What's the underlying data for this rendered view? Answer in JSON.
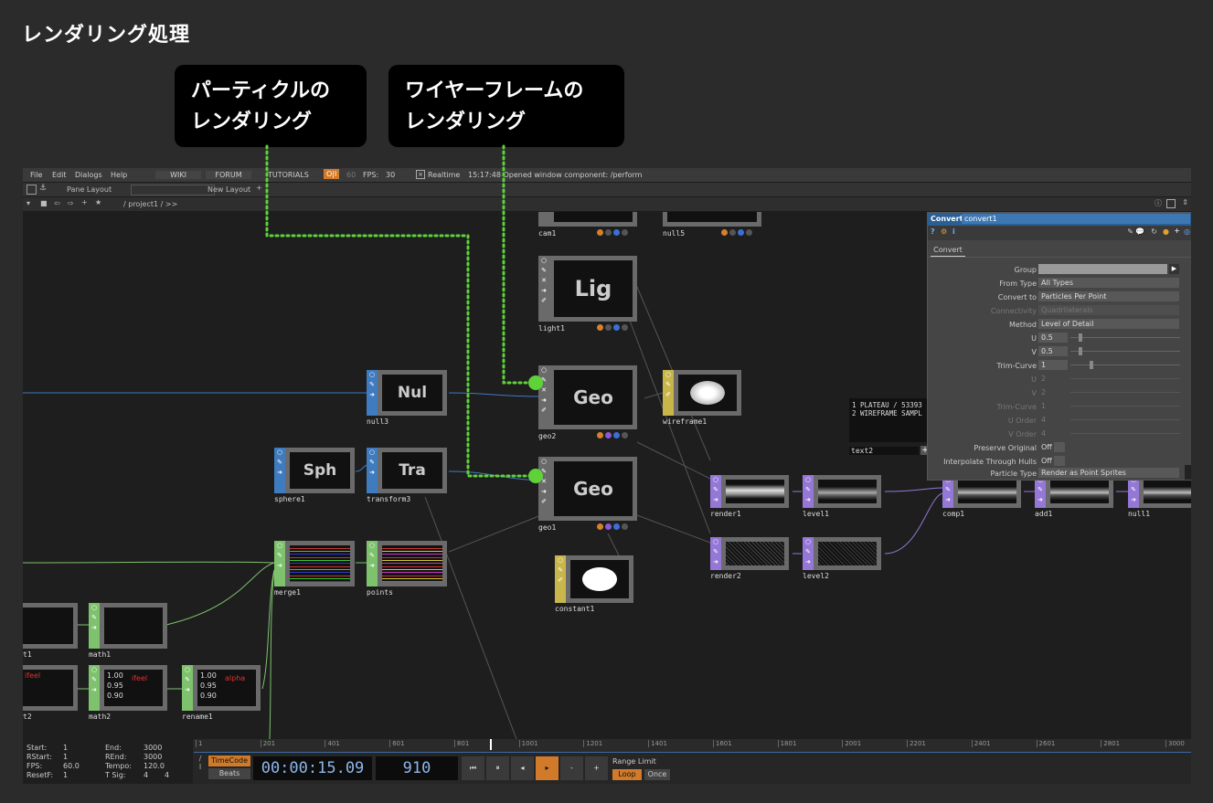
{
  "slide": {
    "title": "レンダリング処理",
    "callout_particles_line1": "パーティクルの",
    "callout_particles_line2": "レンダリング",
    "callout_wire_line1": "ワイヤーフレームの",
    "callout_wire_line2": "レンダリング",
    "accent_color": "#5fd23a"
  },
  "menubar": {
    "file": "File",
    "edit": "Edit",
    "dialogs": "Dialogs",
    "help": "Help",
    "wiki": "WIKI",
    "forum": "FORUM",
    "tutorials": "TUTORIALS",
    "oi": "O|I",
    "fps_target": "60",
    "fps_label": "FPS:",
    "fps_value": "30",
    "realtime": "Realtime",
    "status": "15:17:48 Opened window component: /perform"
  },
  "toolbar": {
    "pane_layout": "Pane Layout",
    "new_layout": "New Layout",
    "path": "/ project1 / >>"
  },
  "nodes": {
    "cam1": "cam1",
    "null5": "null5",
    "light1": "light1",
    "light_short": "Lig",
    "geo2": "geo2",
    "geo1": "geo1",
    "geo_short": "Geo",
    "null3": "null3",
    "null_short": "Nul",
    "sphere1": "sphere1",
    "sphere_short": "Sph",
    "transform3": "transform3",
    "transform_short": "Tra",
    "wireframe1": "wireframe1",
    "merge1": "merge1",
    "points": "points",
    "constant1": "constant1",
    "render1": "render1",
    "level1": "level1",
    "render2": "render2",
    "level2": "level2",
    "comp1": "comp1",
    "add1": "add1",
    "null1": "null1",
    "text2": "text2",
    "math1": "math1",
    "math2": "math2",
    "rename1": "rename1",
    "t1": "t1",
    "t2": "t2",
    "text_line1": "1 PLATEAU / 53393",
    "text_line2": "2 WIREFRAME SAMPL",
    "math2_v1": "1.00",
    "math2_v2": "0.95",
    "math2_v3": "0.90",
    "math2_tag": "ifeel",
    "rename_v1": "1.00",
    "rename_v2": "0.95",
    "rename_v3": "0.90",
    "rename_tag": "alpha",
    "t2_tag": "ifeel"
  },
  "param_panel": {
    "op_type": "Convert",
    "op_name": "convert1",
    "tab": "Convert",
    "rows": [
      {
        "label": "Group",
        "value": ""
      },
      {
        "label": "From Type",
        "value": "All Types"
      },
      {
        "label": "Convert to",
        "value": "Particles Per Point"
      },
      {
        "label": "Connectivity",
        "value": "Quadrilaterals"
      },
      {
        "label": "Method",
        "value": "Level of Detail"
      },
      {
        "label": "U",
        "value": "0.5"
      },
      {
        "label": "V",
        "value": "0.5"
      },
      {
        "label": "Trim-Curve",
        "value": "1"
      },
      {
        "label": "U",
        "value": "2"
      },
      {
        "label": "V",
        "value": "2"
      },
      {
        "label": "Trim-Curve",
        "value": "1"
      },
      {
        "label": "U Order",
        "value": "4"
      },
      {
        "label": "V Order",
        "value": "4"
      },
      {
        "label": "Preserve Original",
        "value": "Off"
      },
      {
        "label": "Interpolate Through Hulls",
        "value": "Off"
      },
      {
        "label": "Particle Type",
        "value": "Render as Point Sprites"
      }
    ]
  },
  "timeline": {
    "start_label": "Start:",
    "start": "1",
    "end_label": "End:",
    "end": "3000",
    "rstart_label": "RStart:",
    "rstart": "1",
    "rend_label": "REnd:",
    "rend": "3000",
    "fps_label": "FPS:",
    "fps": "60.0",
    "tempo_label": "Tempo:",
    "tempo": "120.0",
    "resetf_label": "ResetF:",
    "resetf": "1",
    "tsig_label": "T Sig:",
    "tsig_a": "4",
    "tsig_b": "4",
    "ruler": [
      "1",
      "201",
      "401",
      "601",
      "801",
      "1001",
      "1201",
      "1401",
      "1601",
      "1801",
      "2001",
      "2201",
      "2401",
      "2601",
      "2801",
      "3000"
    ],
    "timecode_btn": "TimeCode",
    "beats_btn": "Beats",
    "timecode": "00:00:15.09",
    "frame": "910",
    "range_limit": "Range Limit",
    "loop": "Loop",
    "once": "Once",
    "current_frame": 910,
    "frame_end": 3000
  }
}
